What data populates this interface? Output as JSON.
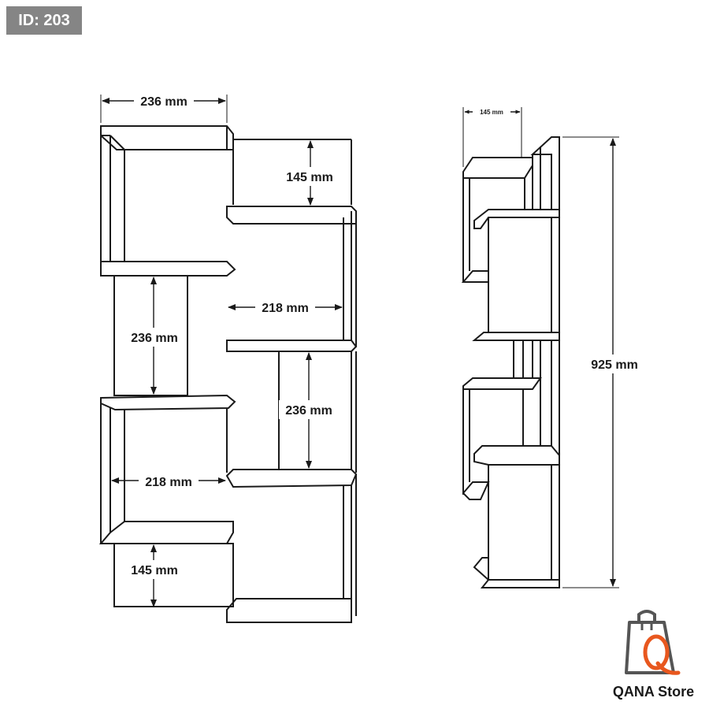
{
  "badge": {
    "text": "ID: 203"
  },
  "front_view": {
    "dimensions": {
      "top_width": "236 mm",
      "upper_height": "145 mm",
      "inner_width_upper": "218 mm",
      "middle_height_left": "236 mm",
      "middle_height_right": "236 mm",
      "inner_width_lower": "218 mm",
      "lower_height": "145 mm"
    }
  },
  "side_view": {
    "dimensions": {
      "depth": "145 mm",
      "total_height": "925 mm"
    }
  },
  "brand": {
    "name": "QANA Store",
    "logo_letter": "Q",
    "colors": {
      "bag": "#555555",
      "q": "#e8571e"
    }
  }
}
